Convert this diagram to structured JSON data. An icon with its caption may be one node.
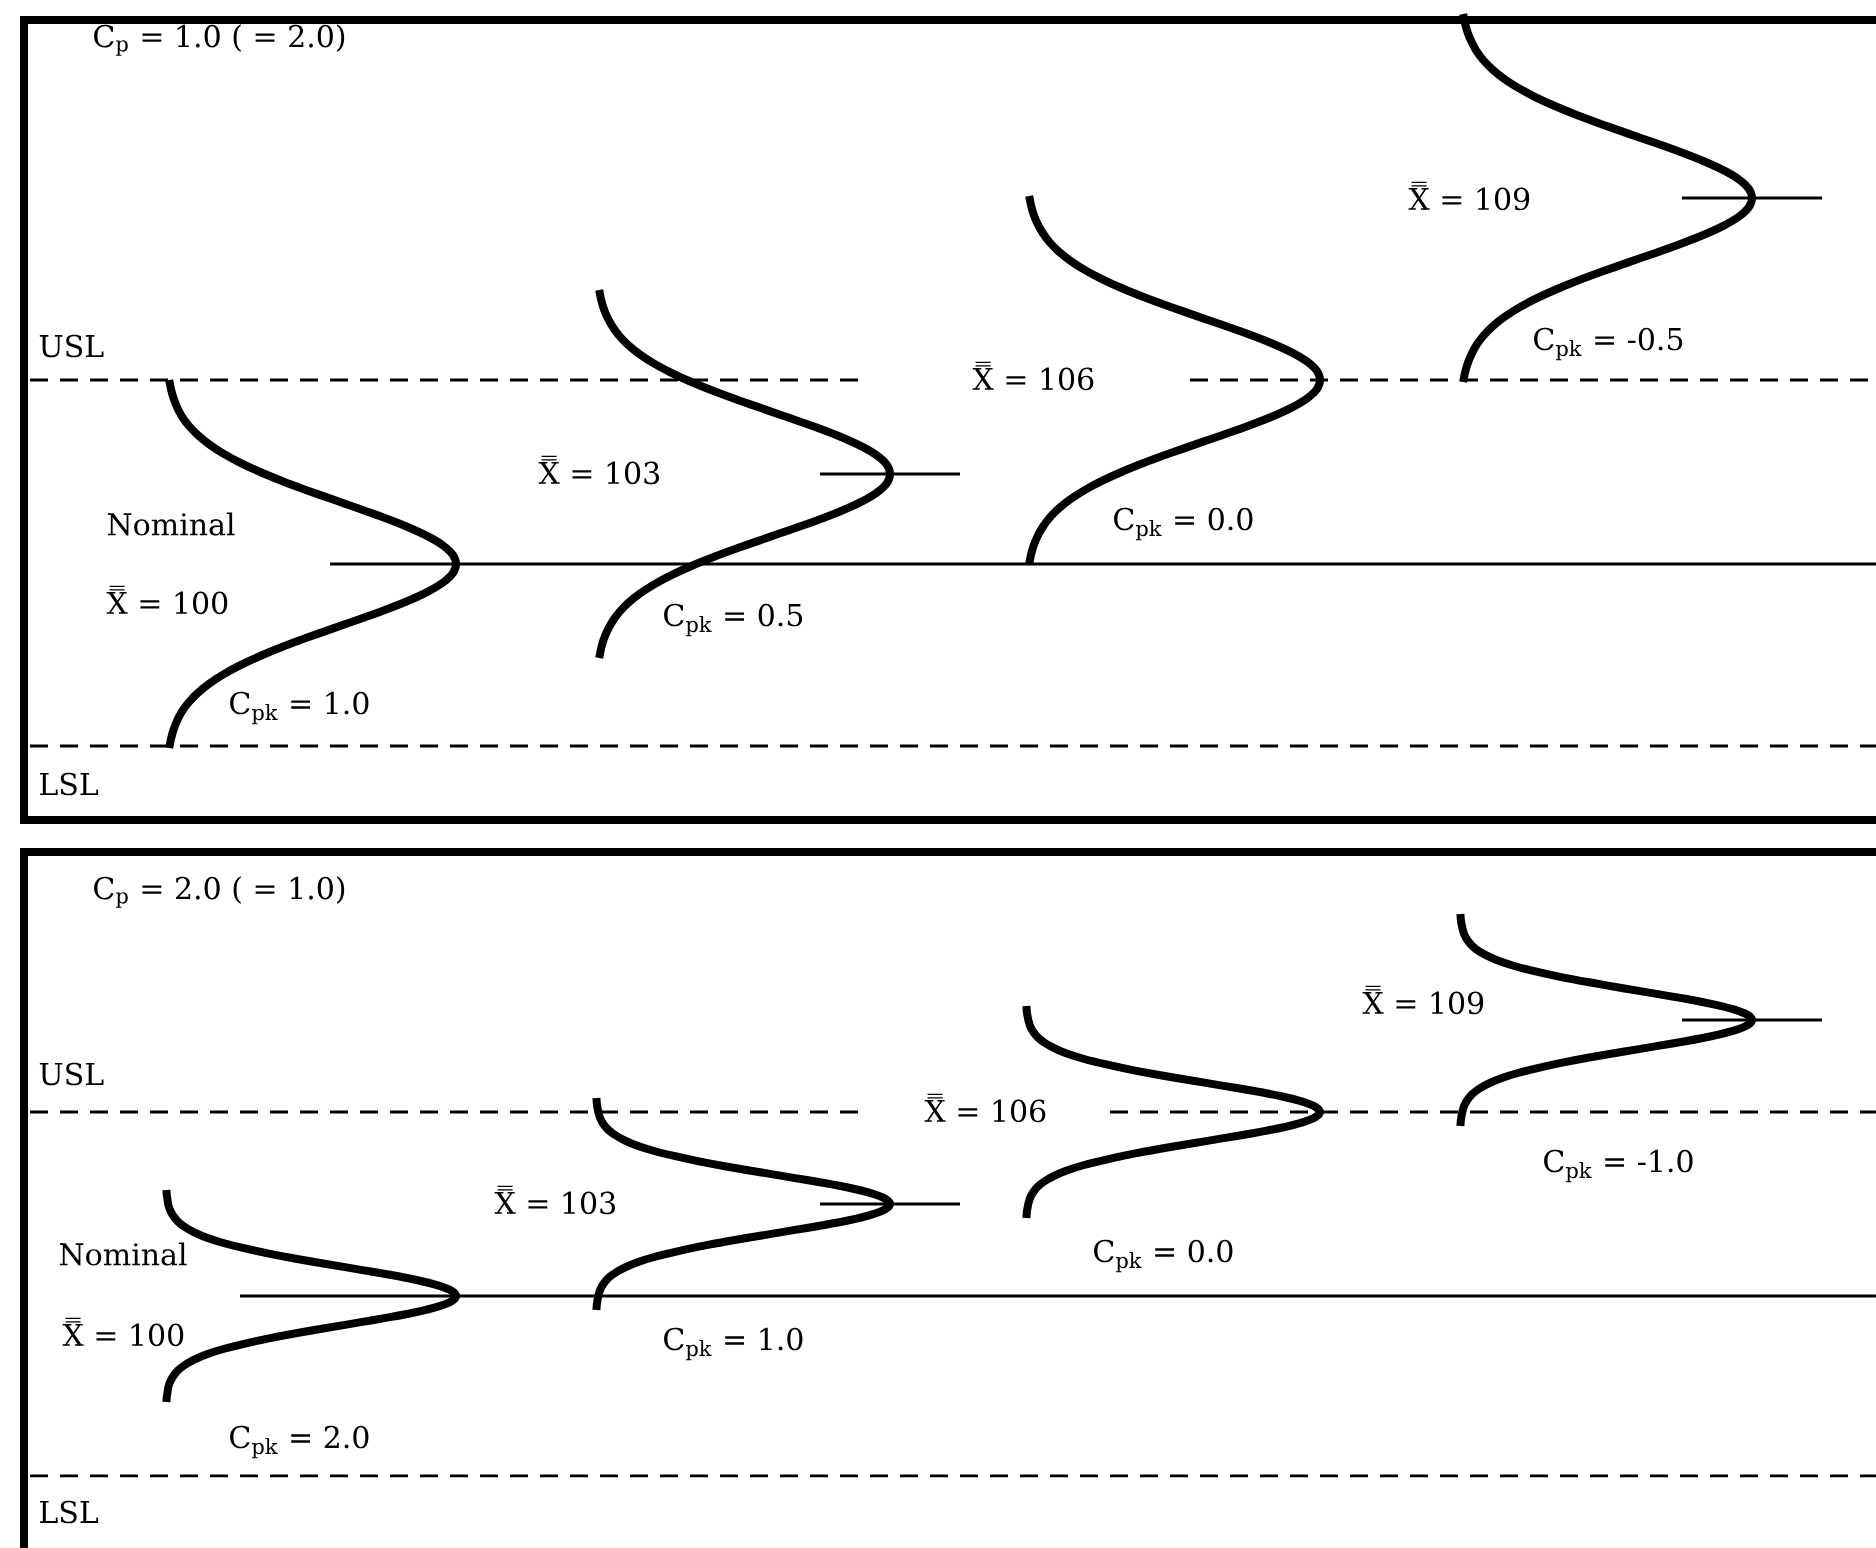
{
  "diagram": {
    "nodes": [
      {
        "text": [
          "C$_{p}$ = 1.0 ( = 2.0)"
        ]
      },
      {
        "text": [
          "C$_{p}$ = 2.0 ( = 1.0)"
        ]
      }
    ],
    "labels": [
      "X̿ = 109",
      "USL",
      "C$_{pk}$ = -0.5",
      "X̿ = 106",
      "X̿ = 103",
      "Nominal",
      "C$_{pk}$ = 0.0",
      "X̿ = 100",
      "C$_{pk}$ = 0.5",
      "C$_{pk}$ = 1.0",
      "LSL",
      "X̿ = 109",
      "USL",
      "X̿ = 106",
      "X̿ = 103",
      "C$_{pk}$ = -1.0",
      "Nominal",
      "C$_{pk}$ = 0.0",
      "X̿ = 100",
      "C$_{pk}$ = 1.0",
      "C$_{pk}$ = 2.0",
      "LSL"
    ]
  }
}
